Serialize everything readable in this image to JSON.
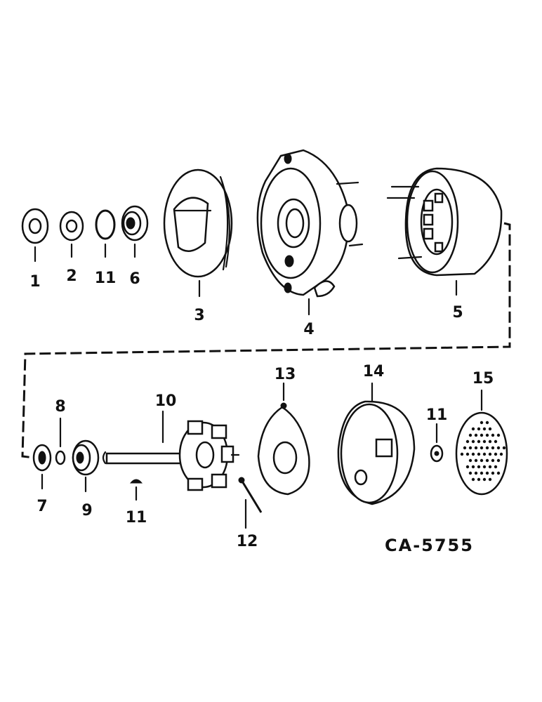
{
  "reference_code": "CA-5755",
  "labels": {
    "p1": "1",
    "p2": "2",
    "p11a": "11",
    "p6": "6",
    "p3": "3",
    "p4": "4",
    "p5": "5",
    "p7": "7",
    "p8": "8",
    "p9": "9",
    "p10": "10",
    "p11b": "11",
    "p12": "12",
    "p13": "13",
    "p14": "14",
    "p11c": "11",
    "p15": "15"
  }
}
